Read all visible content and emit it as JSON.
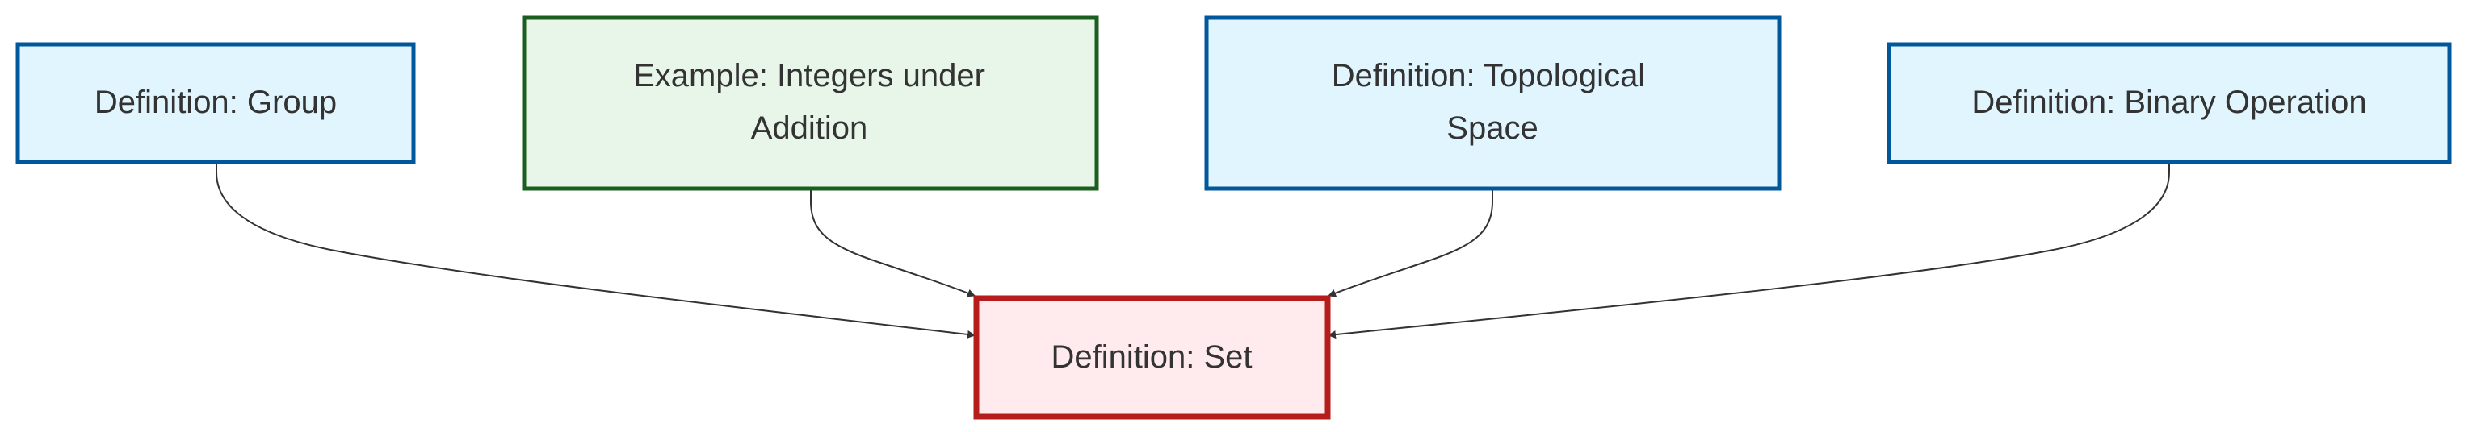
{
  "diagram": {
    "nodes": [
      {
        "id": "group",
        "kind": "definition",
        "lines": [
          "Definition: Group"
        ]
      },
      {
        "id": "integers",
        "kind": "example",
        "lines": [
          "Example: Integers under",
          "Addition"
        ]
      },
      {
        "id": "topological",
        "kind": "definition",
        "lines": [
          "Definition: Topological",
          "Space"
        ]
      },
      {
        "id": "binary",
        "kind": "definition",
        "lines": [
          "Definition: Binary Operation"
        ]
      },
      {
        "id": "set",
        "kind": "target",
        "lines": [
          "Definition: Set"
        ]
      }
    ],
    "edges": [
      {
        "from": "group",
        "to": "set"
      },
      {
        "from": "integers",
        "to": "set"
      },
      {
        "from": "topological",
        "to": "set"
      },
      {
        "from": "binary",
        "to": "set"
      }
    ],
    "colors": {
      "definition_fill": "#e1f5fe",
      "definition_stroke": "#01579b",
      "example_fill": "#e8f5e9",
      "example_stroke": "#1b5e20",
      "target_fill": "#ffebee",
      "target_stroke": "#b71c1c",
      "edge": "#333333",
      "text": "#333333"
    }
  }
}
